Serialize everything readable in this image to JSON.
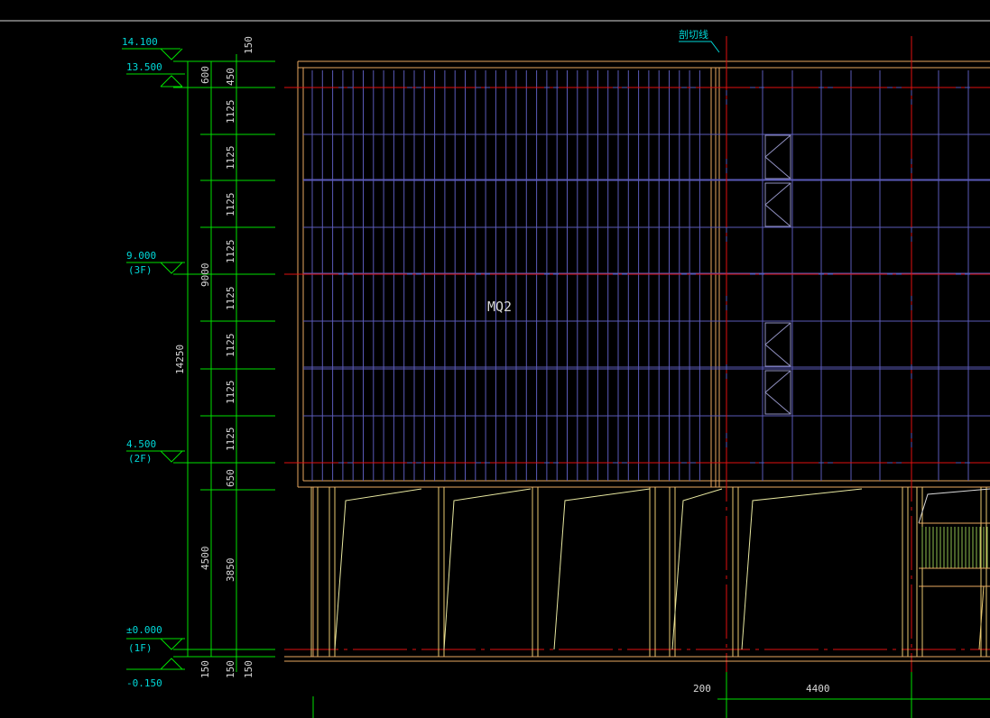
{
  "drawing": {
    "panel_label": "MQ2",
    "cut_line_label": "剖切线",
    "colors": {
      "background": "#000000",
      "dimension": "#00e000",
      "elevation_text": "#00d8d8",
      "axis": "#e01010",
      "curtain_wall": "#5a5ab8",
      "frame": "#e8a860",
      "column": "#e8c870",
      "white_line": "#d8d8d8",
      "hatch": "#90c050"
    },
    "elevations": [
      {
        "value": "14.100",
        "floor": ""
      },
      {
        "value": "13.500",
        "floor": ""
      },
      {
        "value": "9.000",
        "floor": "(3F)"
      },
      {
        "value": "4.500",
        "floor": "(2F)"
      },
      {
        "value": "±0.000",
        "floor": "(1F)"
      },
      {
        "value": "-0.150",
        "floor": ""
      }
    ],
    "dims_outer": [
      "150",
      "14250",
      "150"
    ],
    "dims_middle": [
      "600",
      "9000",
      "4500"
    ],
    "dims_inner": [
      "150",
      "450",
      "1125",
      "1125",
      "1125",
      "1125",
      "1125",
      "1125",
      "1125",
      "1125",
      "650",
      "3850",
      "150"
    ],
    "dims_bottom": [
      "200",
      "4400"
    ]
  }
}
